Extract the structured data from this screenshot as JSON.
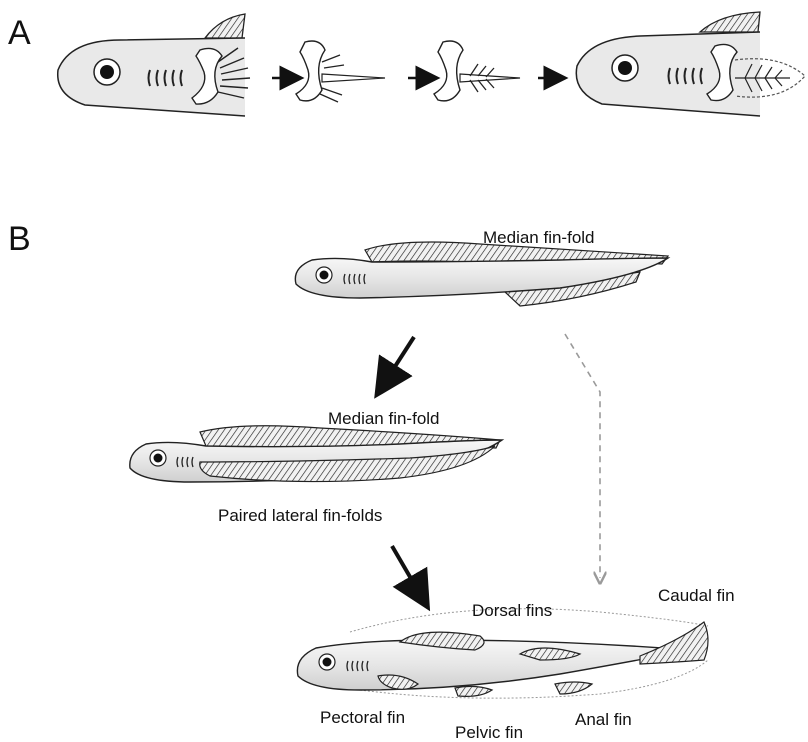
{
  "panels": {
    "a": {
      "letter": "A"
    },
    "b": {
      "letter": "B"
    }
  },
  "labels": {
    "median_fin_fold_1": "Median fin-fold",
    "median_fin_fold_2": "Median fin-fold",
    "paired_lateral": "Paired lateral fin-folds",
    "dorsal_fins": "Dorsal fins",
    "caudal_fin": "Caudal fin",
    "pectoral_fin": "Pectoral fin",
    "pelvic_fin": "Pelvic fin",
    "anal_fin": "Anal fin"
  },
  "colors": {
    "body_fill": "#e9e9e9",
    "outline": "#222222",
    "arrow_solid": "#111111",
    "arrow_dashed": "#9a9a9a"
  }
}
